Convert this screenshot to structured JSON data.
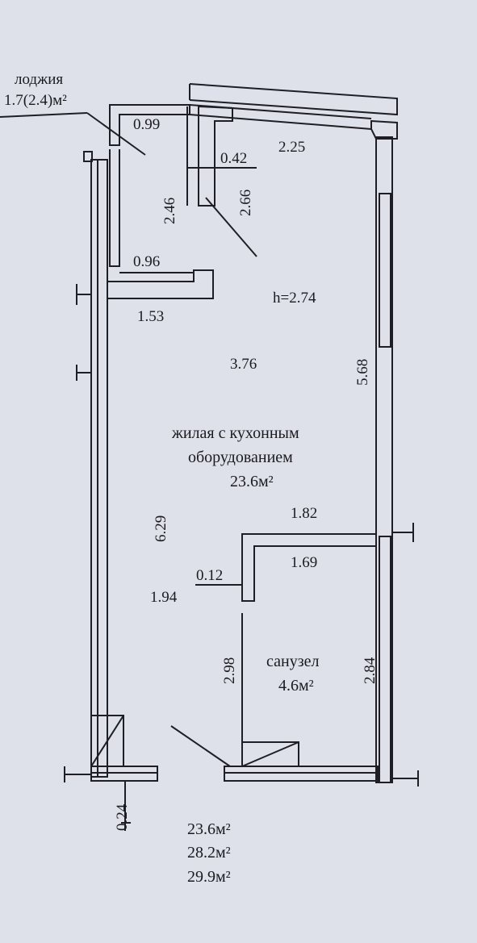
{
  "loggia": {
    "label": "лоджия",
    "area": "1.7(2.4)м²"
  },
  "rooms": {
    "living_line1": "жилая с кухонным",
    "living_line2": "оборудованием",
    "living_area": "23.6м²",
    "bath_name": "санузел",
    "bath_area": "4.6м²"
  },
  "ceiling_height": "h=2.74",
  "dimensions": {
    "d_099": "0.99",
    "d_225": "2.25",
    "d_042": "0.42",
    "d_246": "2.46",
    "d_266": "2.66",
    "d_096": "0.96",
    "d_153": "1.53",
    "d_376": "3.76",
    "d_568": "5.68",
    "d_629": "6.29",
    "d_182": "1.82",
    "d_169": "1.69",
    "d_012": "0.12",
    "d_194": "1.94",
    "d_298": "2.98",
    "d_284": "2.84",
    "d_024": "0.24"
  },
  "totals": [
    "23.6м²",
    "28.2м²",
    "29.9м²"
  ]
}
